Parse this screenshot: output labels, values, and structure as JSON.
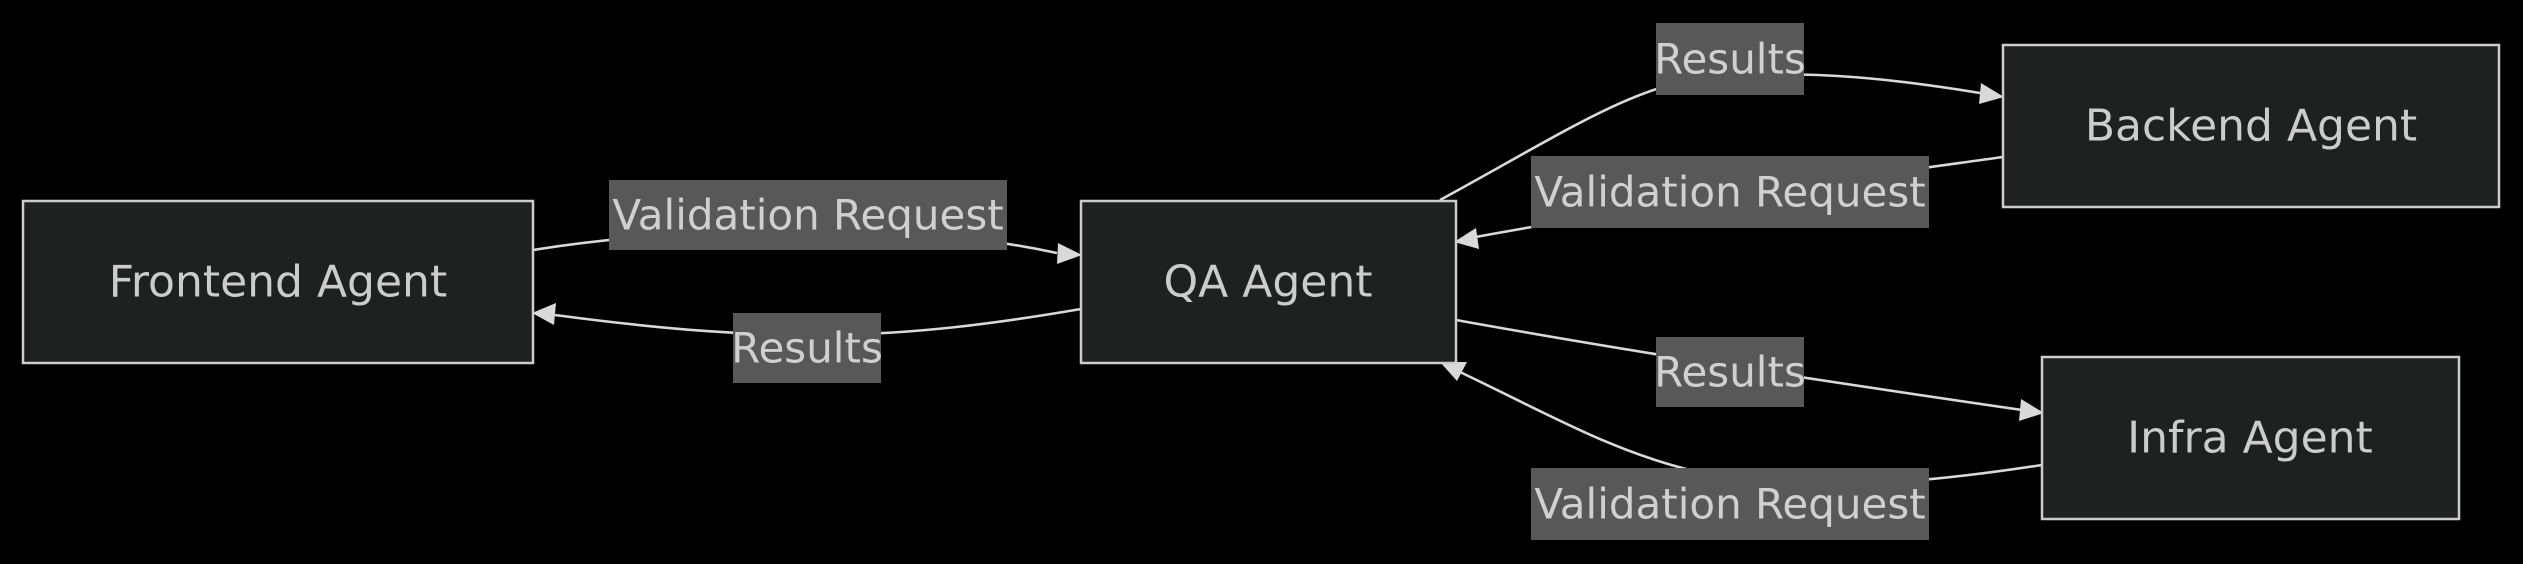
{
  "nodes": {
    "frontend": {
      "label": "Frontend Agent"
    },
    "qa": {
      "label": "QA Agent"
    },
    "backend": {
      "label": "Backend Agent"
    },
    "infra": {
      "label": "Infra Agent"
    }
  },
  "edges": [
    {
      "from": "frontend",
      "to": "qa",
      "label": "Validation Request"
    },
    {
      "from": "qa",
      "to": "frontend",
      "label": "Results"
    },
    {
      "from": "qa",
      "to": "backend",
      "label": "Results"
    },
    {
      "from": "backend",
      "to": "qa",
      "label": "Validation Request"
    },
    {
      "from": "qa",
      "to": "infra",
      "label": "Results"
    },
    {
      "from": "infra",
      "to": "qa",
      "label": "Validation Request"
    }
  ],
  "colors": {
    "background": "#000000",
    "node_fill": "#1f2020",
    "node_stroke": "#cccccc",
    "edge": "#d9d9d9",
    "label_bg": "#585858",
    "text": "#cccccc"
  }
}
